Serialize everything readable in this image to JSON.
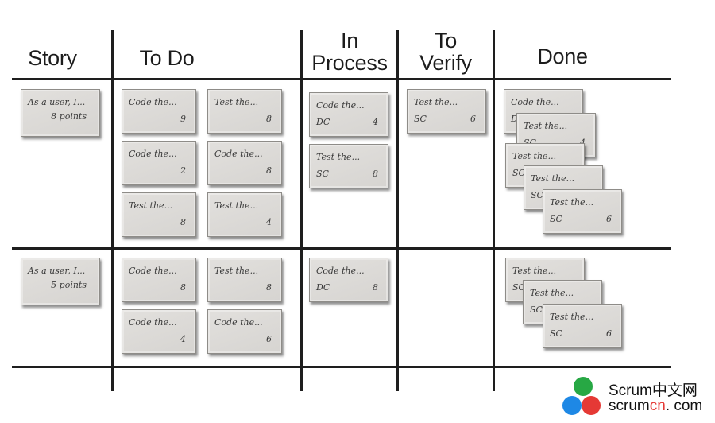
{
  "headers": {
    "story": "Story",
    "todo": "To Do",
    "in_process_line1": "In",
    "in_process_line2": "Process",
    "to_verify_line1": "To",
    "to_verify_line2": "Verify",
    "done": "Done"
  },
  "rows": [
    {
      "story": {
        "title": "As a user, I...",
        "points": "8 points"
      },
      "todo": [
        {
          "title": "Code the...",
          "sub": "",
          "num": "9"
        },
        {
          "title": "Test the...",
          "sub": "",
          "num": "8"
        },
        {
          "title": "Code the...",
          "sub": "",
          "num": "2"
        },
        {
          "title": "Code the...",
          "sub": "",
          "num": "8"
        },
        {
          "title": "Test the...",
          "sub": "",
          "num": "8"
        },
        {
          "title": "Test the...",
          "sub": "",
          "num": "4"
        }
      ],
      "in_process": [
        {
          "title": "Code the...",
          "sub": "DC",
          "num": "4"
        },
        {
          "title": "Test the...",
          "sub": "SC",
          "num": "8"
        }
      ],
      "to_verify": [
        {
          "title": "Test the...",
          "sub": "SC",
          "num": "6"
        }
      ],
      "done": [
        {
          "title": "Code the...",
          "sub": "D",
          "num": ""
        },
        {
          "title": "Test the...",
          "sub": "SC",
          "num": "4"
        },
        {
          "title": "Test the...",
          "sub": "SC",
          "num": ""
        },
        {
          "title": "Test the...",
          "sub": "SC",
          "num": ""
        },
        {
          "title": "Test the...",
          "sub": "SC",
          "num": "6"
        }
      ]
    },
    {
      "story": {
        "title": "As a user, I...",
        "points": "5 points"
      },
      "todo": [
        {
          "title": "Code the...",
          "sub": "",
          "num": "8"
        },
        {
          "title": "Test the...",
          "sub": "",
          "num": "8"
        },
        {
          "title": "Code the...",
          "sub": "",
          "num": "4"
        },
        {
          "title": "Code the...",
          "sub": "",
          "num": "6"
        }
      ],
      "in_process": [
        {
          "title": "Code the...",
          "sub": "DC",
          "num": "8"
        }
      ],
      "to_verify": [],
      "done": [
        {
          "title": "Test the...",
          "sub": "SC",
          "num": ""
        },
        {
          "title": "Test the...",
          "sub": "SC",
          "num": ""
        },
        {
          "title": "Test the...",
          "sub": "SC",
          "num": "6"
        }
      ]
    }
  ],
  "watermark": {
    "line1": "Scrum中文网",
    "line2_a": "scrum",
    "line2_b": "cn",
    "line2_c": ". com",
    "colors": {
      "green": "#27a844",
      "blue": "#1e88e5",
      "red": "#e53935",
      "orange": "#fb8c00"
    }
  }
}
